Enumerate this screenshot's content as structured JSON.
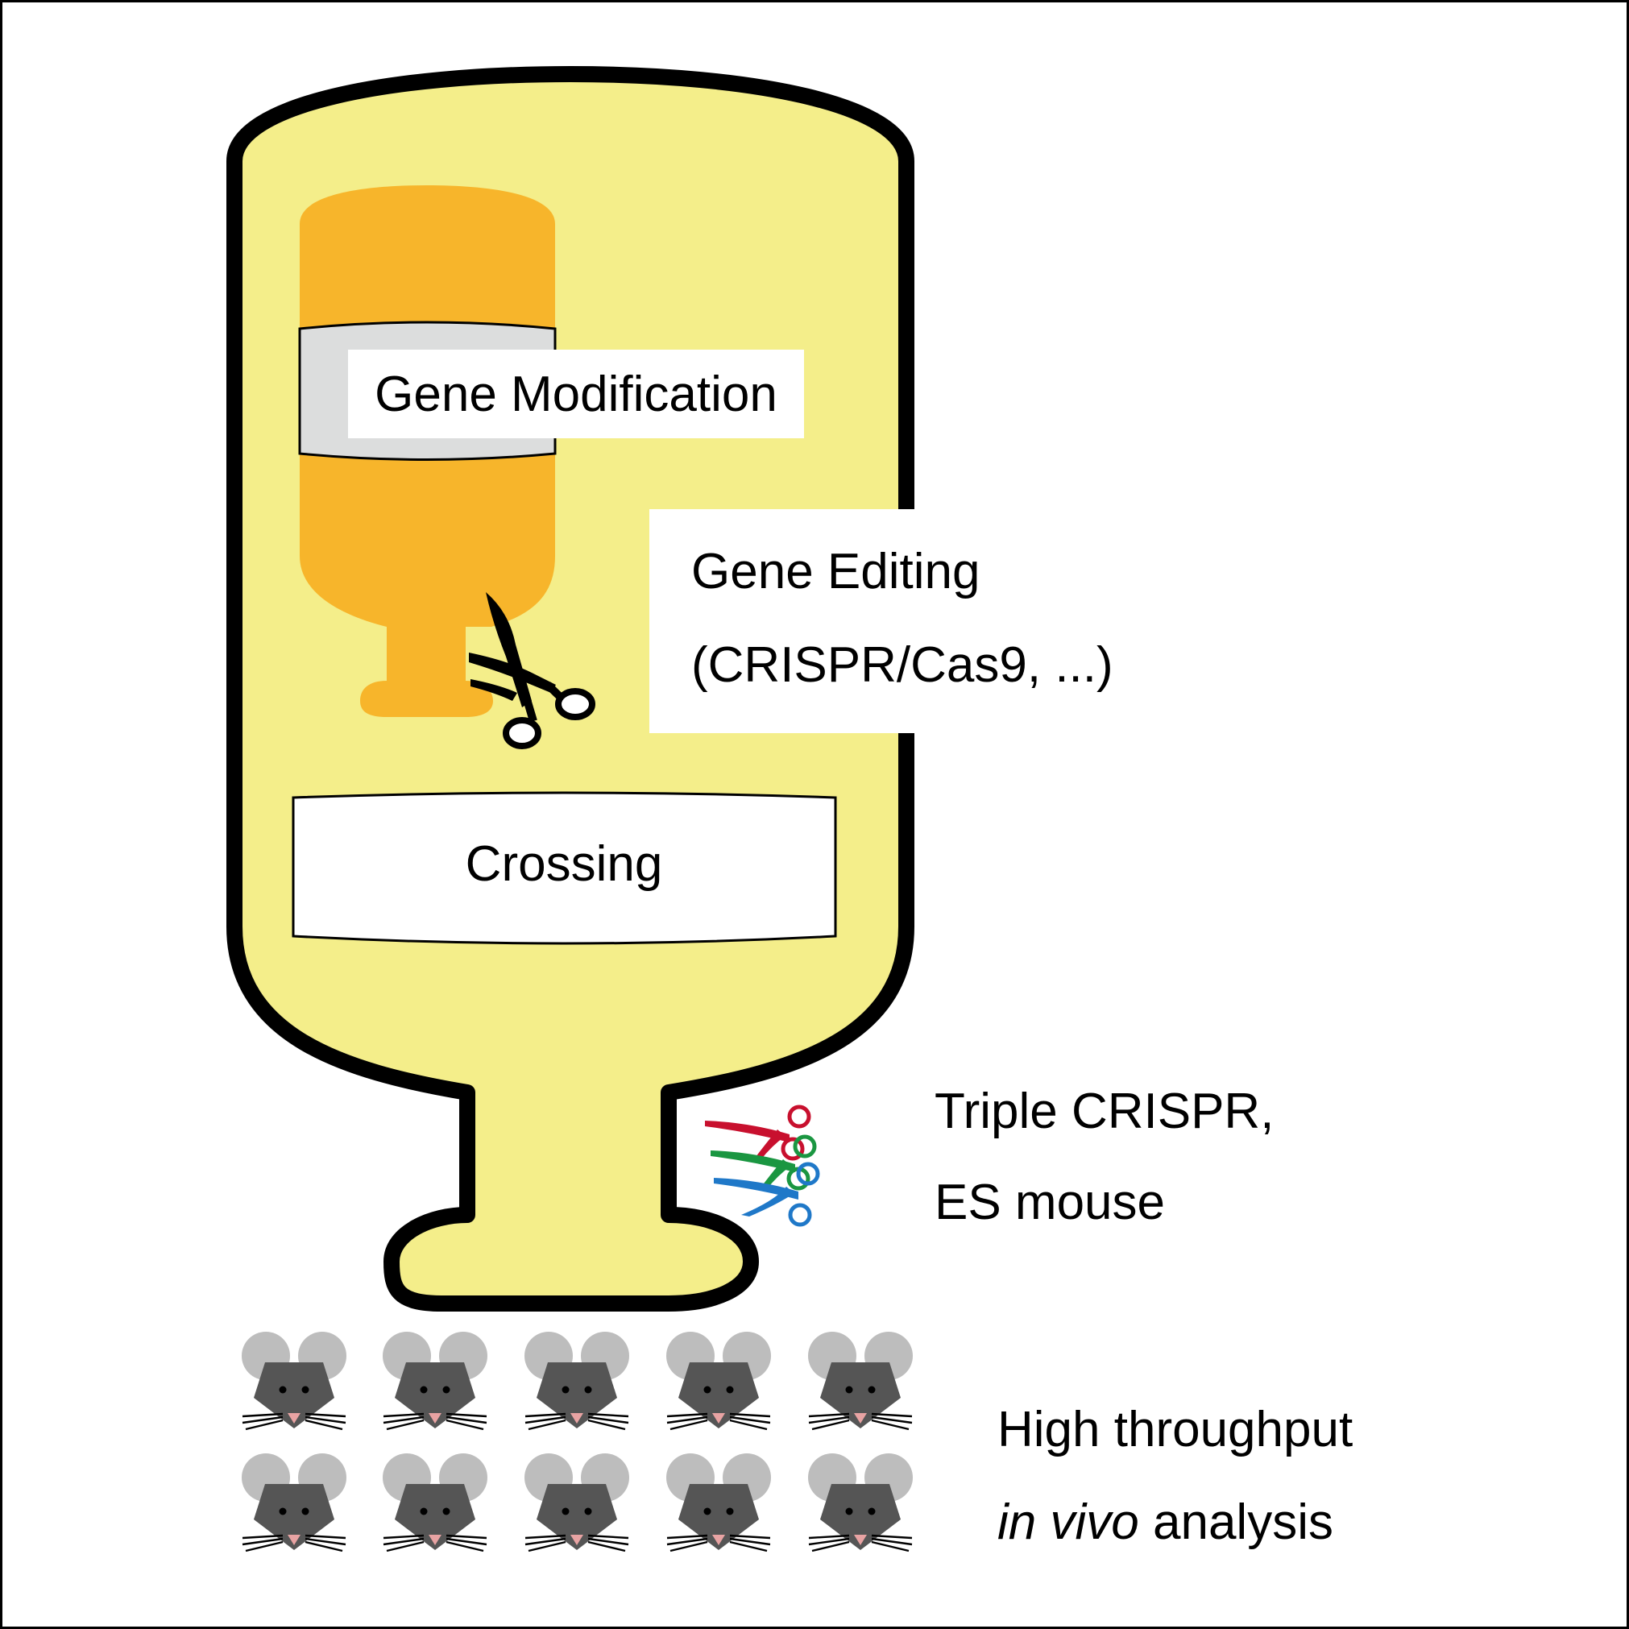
{
  "labels": {
    "gene_modification": "Gene Modification",
    "gene_editing": "Gene Editing",
    "gene_editing_methods": "(CRISPR/Cas9, ...)",
    "crossing": "Crossing",
    "triple_crispr": "Triple CRISPR,",
    "es_mouse": "ES mouse",
    "high_throughput": "High throughput",
    "in_vivo_italic": "in vivo",
    "analysis": " analysis"
  },
  "colors": {
    "big_flask_fill": "#f4ee8a",
    "inner_flask_fill": "#f7b52b",
    "gene_modification_band": "#dcdddd",
    "outline": "#000000",
    "scissors_red": "#c8102e",
    "scissors_green": "#1a9641",
    "scissors_blue": "#1f78c8",
    "mouse_ear": "#bdbdbd",
    "mouse_head": "#555555",
    "mouse_nose": "#e8a3a3"
  },
  "icons": {
    "scissors": "scissors-icon",
    "triple_scissors": "triple-scissors-icon",
    "mouse": "mouse-icon"
  },
  "mouse_grid": {
    "rows": 2,
    "columns": 5
  }
}
